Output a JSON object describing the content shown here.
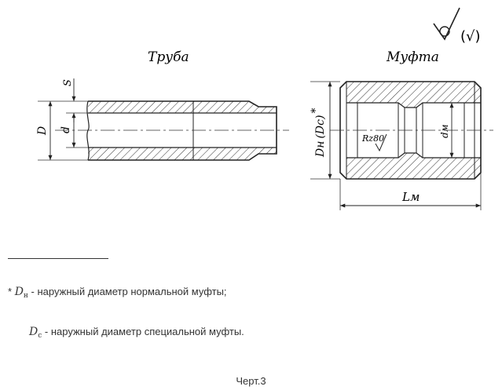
{
  "titles": {
    "pipe": "Труба",
    "coupling": "Муфта"
  },
  "dims": {
    "s": "S",
    "D": "D",
    "d": "d",
    "dm": "dм",
    "Dn": "Dн",
    "Dc": "Dc",
    "star": "*",
    "Lm": "Lм",
    "rz": "Rz80"
  },
  "roughness": {
    "symbol": "✓",
    "paren": "(√)"
  },
  "notes": {
    "star": "*",
    "dn_sym": "D",
    "dn_sub": "н",
    "dn_text": "- наружный диаметр нормальной муфты;",
    "dc_sym": "D",
    "dc_sub": "с",
    "dc_text": "- наружный диаметр специальной муфты."
  },
  "caption": "Черт.3"
}
